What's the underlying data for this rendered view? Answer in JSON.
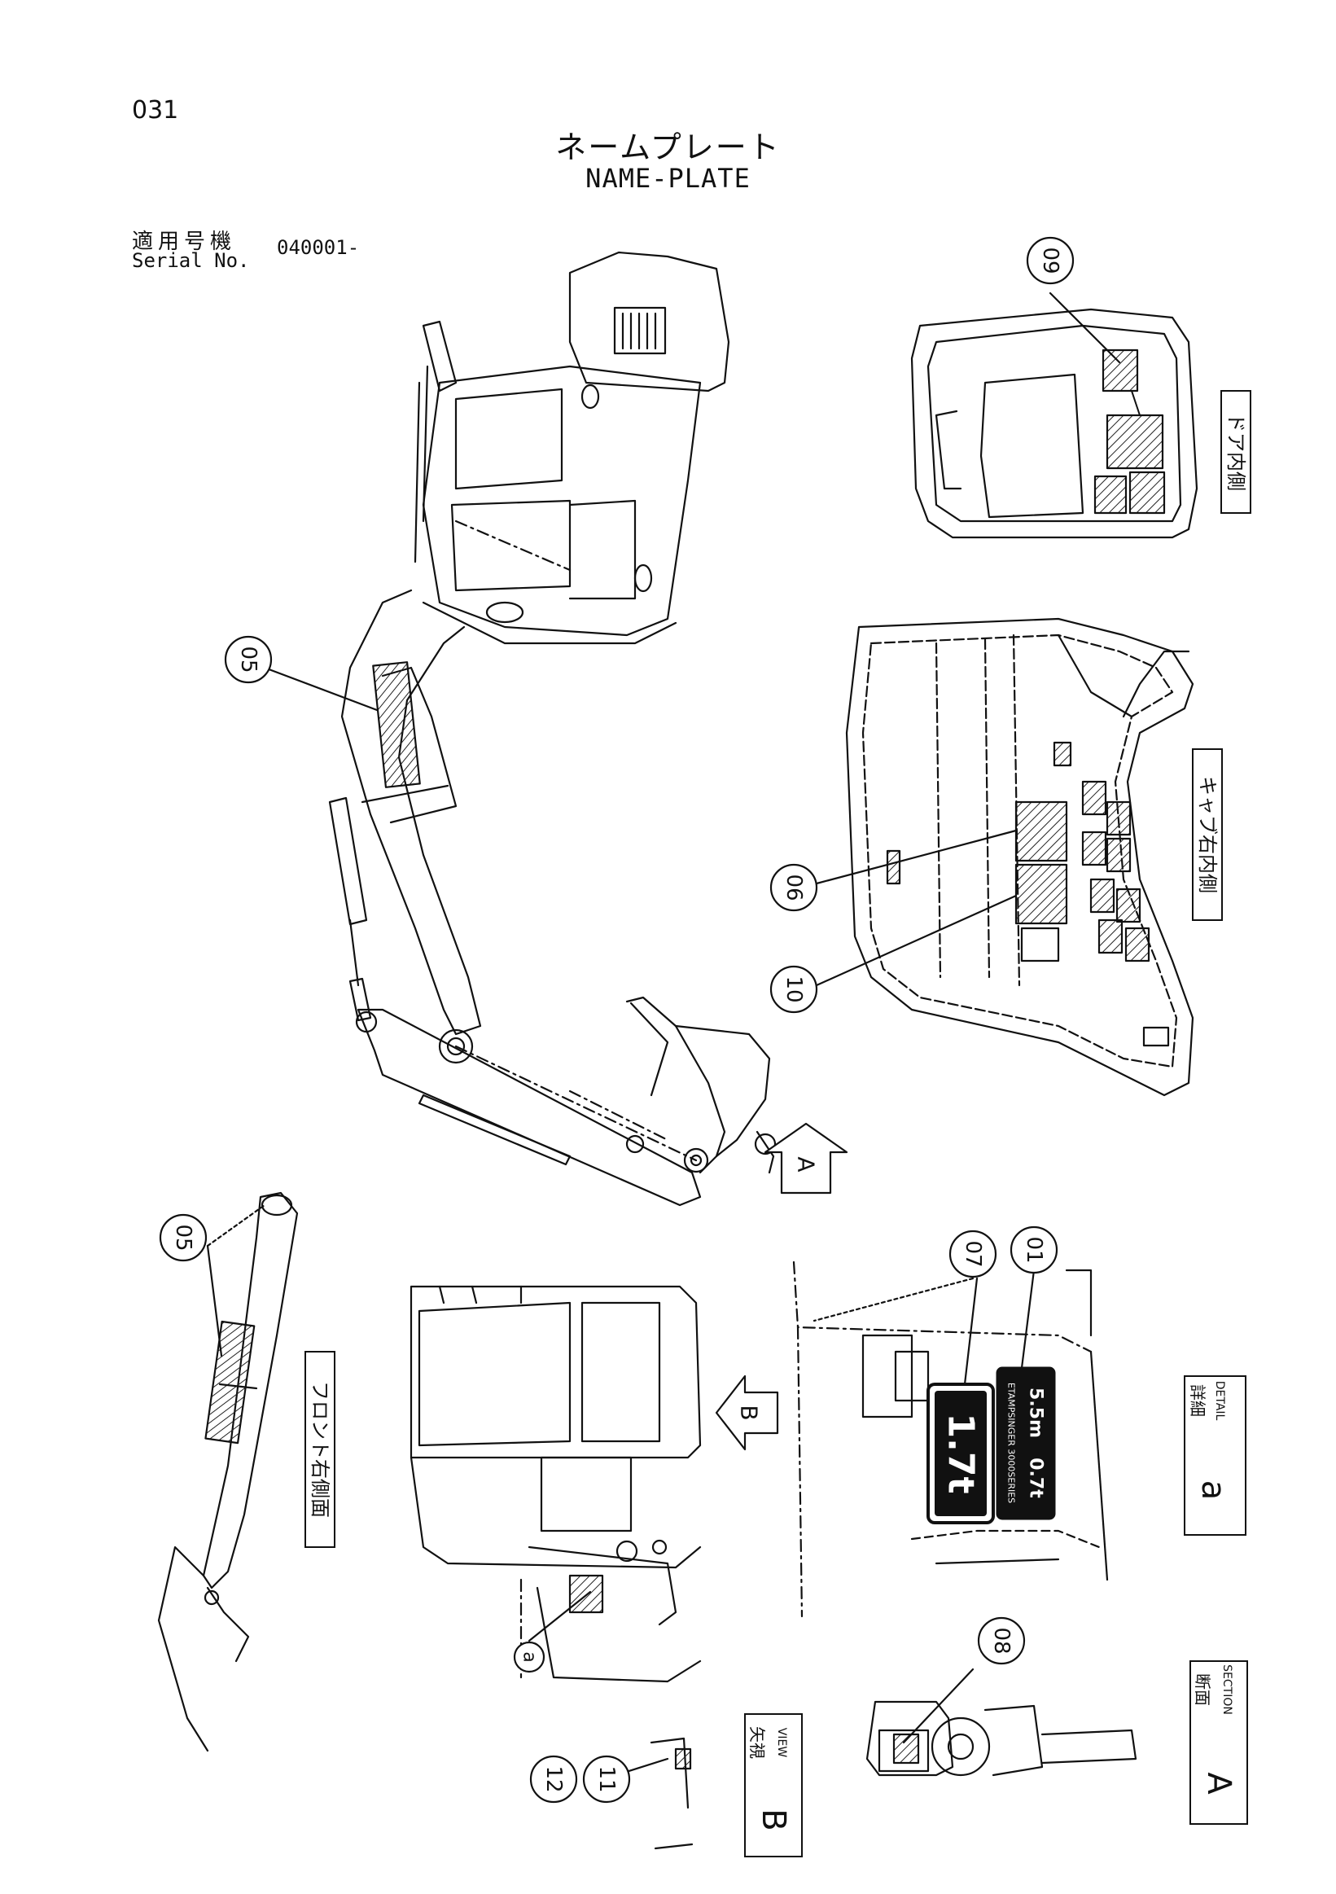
{
  "header": {
    "page_number": "031",
    "title_jp": "ネームプレート",
    "title_en": "NAME-PLATE"
  },
  "serial": {
    "label_jp": "適用号機",
    "label_en": "Serial No.",
    "value": "040001-"
  },
  "callouts": [
    "05",
    "09",
    "06",
    "10",
    "05",
    "07",
    "01",
    "08",
    "12",
    "11",
    "a"
  ],
  "views": {
    "door_inner": "ドア内側",
    "cab_right_inner": "キャブ右内側",
    "front_right_side": "フロント右側面",
    "detail_jp": "詳細",
    "detail_en": "DETAIL",
    "detail_letter": "a",
    "view_jp": "矢視",
    "view_en": "VIEW",
    "view_letter": "B",
    "section_jp": "断面",
    "section_en": "SECTION",
    "section_letter": "A",
    "arrow_a": "A",
    "arrow_b": "B"
  },
  "plates": {
    "capacity": "1.7t",
    "spec_top": "ETAMPSINGER 3000SERIES",
    "spec_left": "5.5m",
    "spec_right": "0.7t"
  }
}
